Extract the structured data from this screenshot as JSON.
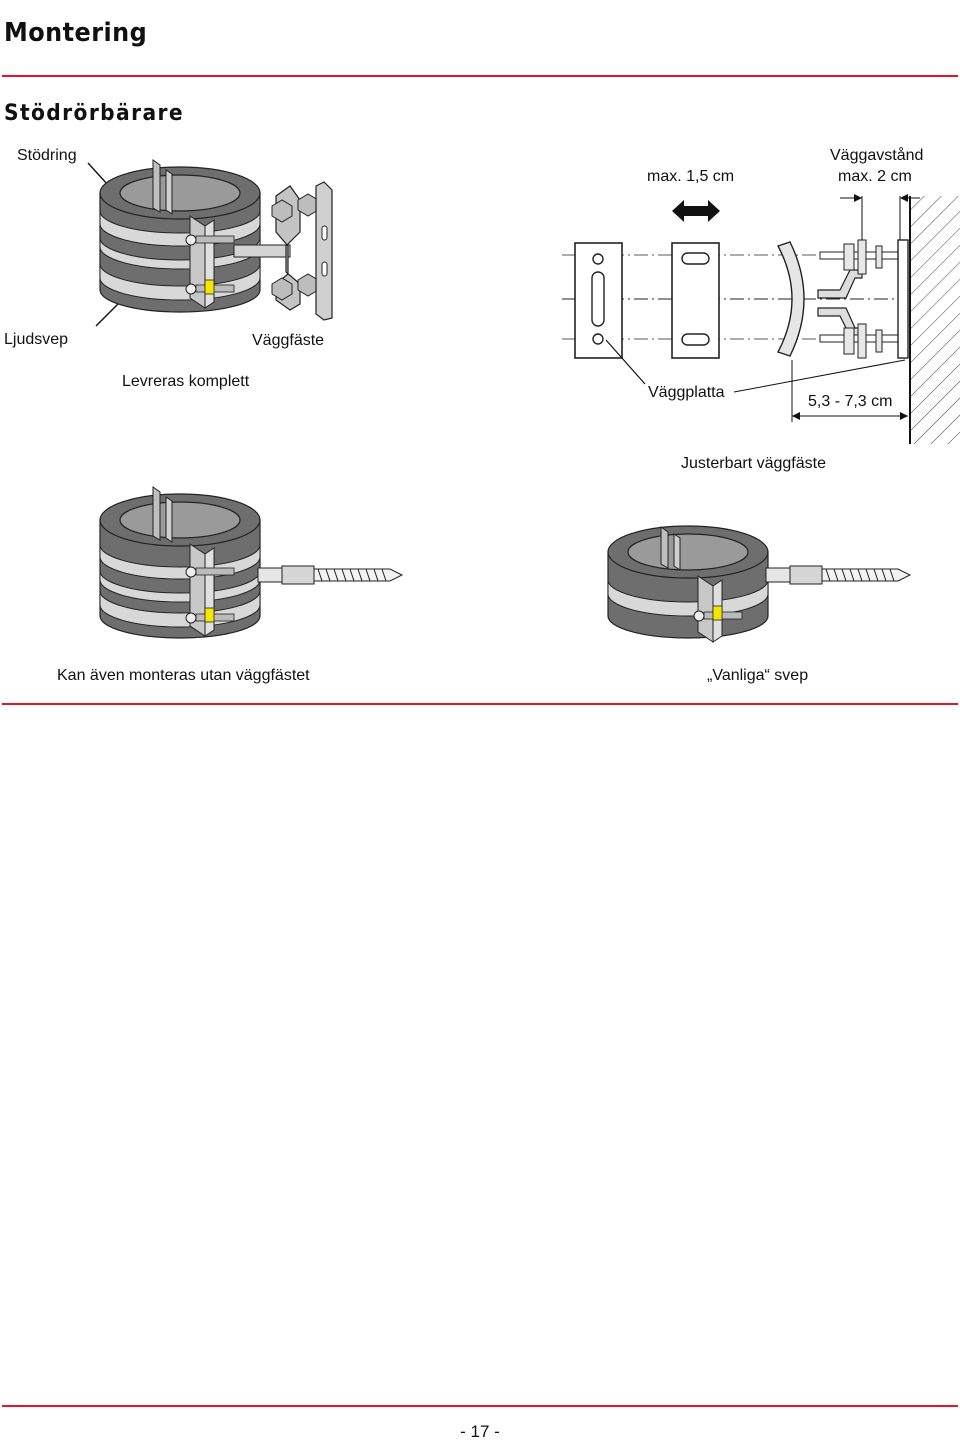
{
  "header": {
    "title": "Montering"
  },
  "section": {
    "title": "Stödrörbärare"
  },
  "labels": {
    "stodring": "Stödring",
    "ljudsvep": "Ljudsvep",
    "vaggfaste": "Väggfäste",
    "levreras": "Levreras komplett",
    "max15": "max. 1,5 cm",
    "vaggavstand": "Väggavstånd",
    "max2": "max. 2 cm",
    "vaggplatta": "Väggplatta",
    "range": "5,3 - 7,3 cm",
    "justerbart": "Justerbart väggfäste",
    "kan_aven": "Kan även monteras utan väggfästet",
    "vanliga": "„Vanliga“ svep"
  },
  "footer": {
    "page": "- 17 -"
  },
  "colors": {
    "accent_rule": "#e8122a",
    "ring_dark": "#6e6e6e",
    "ring_light": "#d8d8d8",
    "nut_yellow": "#f4e600"
  }
}
